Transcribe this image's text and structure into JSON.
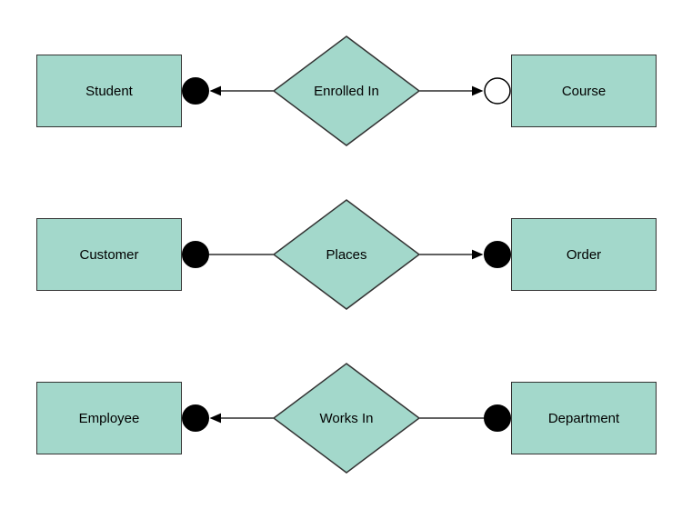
{
  "diagram": {
    "type": "entity-relationship",
    "colors": {
      "background": "#ffffff",
      "shape_fill": "#a3d8cb",
      "shape_border": "#333333",
      "line": "#000000",
      "text": "#000000"
    },
    "rows": [
      {
        "left_entity": {
          "label": "Student"
        },
        "relationship": {
          "label": "Enrolled In"
        },
        "right_entity": {
          "label": "Course"
        },
        "left_connector": {
          "marker": "filled-circle",
          "arrowhead": "points-to-left-entity"
        },
        "right_connector": {
          "marker": "open-circle",
          "arrowhead": "points-to-right-entity"
        }
      },
      {
        "left_entity": {
          "label": "Customer"
        },
        "relationship": {
          "label": "Places"
        },
        "right_entity": {
          "label": "Order"
        },
        "left_connector": {
          "marker": "filled-circle",
          "arrowhead": "none"
        },
        "right_connector": {
          "marker": "filled-circle",
          "arrowhead": "points-to-right-entity"
        }
      },
      {
        "left_entity": {
          "label": "Employee"
        },
        "relationship": {
          "label": "Works In"
        },
        "right_entity": {
          "label": "Department"
        },
        "left_connector": {
          "marker": "filled-circle",
          "arrowhead": "points-to-left-entity"
        },
        "right_connector": {
          "marker": "filled-circle",
          "arrowhead": "none"
        }
      }
    ]
  }
}
